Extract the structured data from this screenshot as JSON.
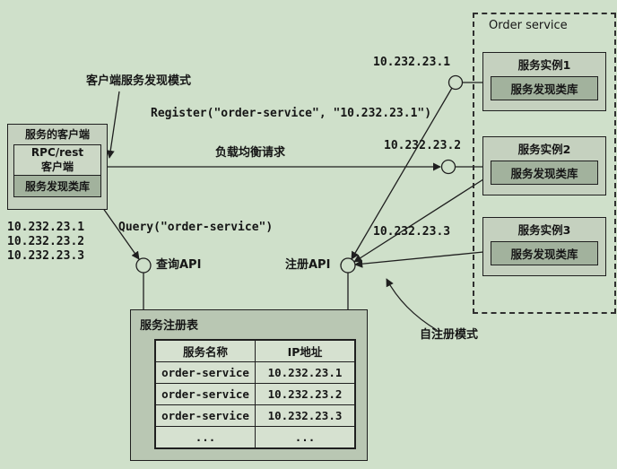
{
  "labels": {
    "pattern_title": "客户端服务发现模式",
    "register_call": "Register(\"order-service\", \"10.232.23.1\")",
    "load_balance": "负载均衡请求",
    "query_call": "Query(\"order-service\")",
    "query_api": "查询API",
    "register_api": "注册API",
    "self_register": "自注册模式"
  },
  "client": {
    "title": "服务的客户端",
    "rpc_line1": "RPC/rest",
    "rpc_line2": "客户端",
    "discovery_lib": "服务发现类库",
    "ips": [
      "10.232.23.1",
      "10.232.23.2",
      "10.232.23.3"
    ]
  },
  "order_service": {
    "title": "Order service",
    "instances": [
      {
        "name": "服务实例1",
        "lib": "服务发现类库",
        "ip": "10.232.23.1"
      },
      {
        "name": "服务实例2",
        "lib": "服务发现类库",
        "ip": "10.232.23.2"
      },
      {
        "name": "服务实例3",
        "lib": "服务发现类库",
        "ip": "10.232.23.3"
      }
    ]
  },
  "registry": {
    "title": "服务注册表",
    "columns": [
      "服务名称",
      "IP地址"
    ],
    "rows": [
      [
        "order-service",
        "10.232.23.1"
      ],
      [
        "order-service",
        "10.232.23.2"
      ],
      [
        "order-service",
        "10.232.23.3"
      ],
      [
        "...",
        "..."
      ]
    ]
  },
  "colors": {
    "background": "#cfe0ca",
    "box_fill": "#c5d1bf",
    "shaded_fill": "#a2b29d",
    "registry_fill": "#b9c7b3",
    "cell_fill": "#d6e1d0",
    "line": "#1f1f1f"
  }
}
